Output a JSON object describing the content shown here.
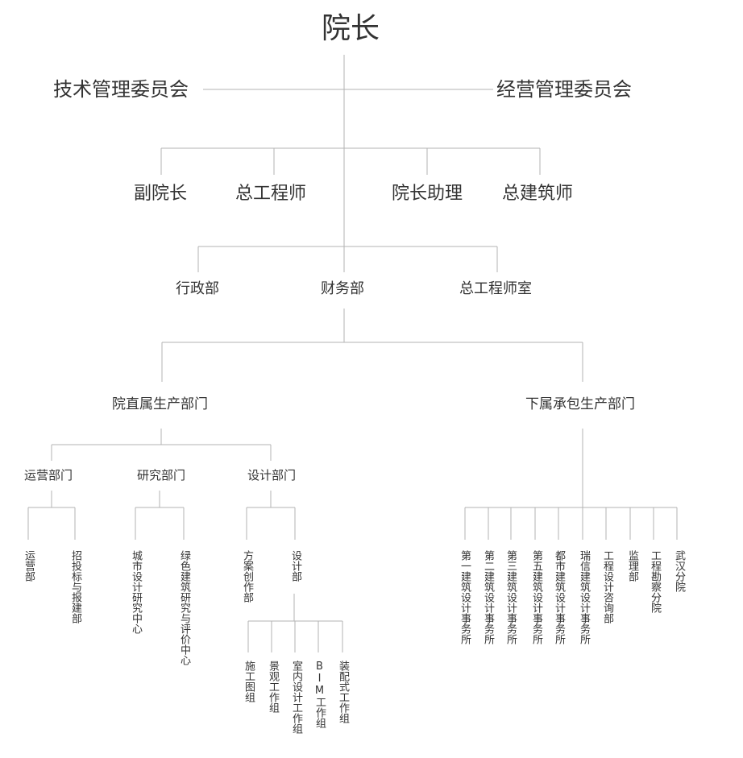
{
  "root": "院长",
  "committees": {
    "left": "技术管理委员会",
    "right": "经营管理委员会"
  },
  "leaders": [
    "副院长",
    "总工程师",
    "院长助理",
    "总建筑师"
  ],
  "offices": [
    "行政部",
    "财务部",
    "总工程师室"
  ],
  "divisions": {
    "direct": "院直属生产部门",
    "sub": "下属承包生产部门"
  },
  "direct_departments": [
    {
      "name": "运营部门",
      "units": [
        "运营部",
        "招投标与报建部"
      ]
    },
    {
      "name": "研究部门",
      "units": [
        "城市设计研究中心",
        "绿色建筑研究与评价中心"
      ]
    },
    {
      "name": "设计部门",
      "units": [
        "方案创作部",
        "设计部"
      ]
    }
  ],
  "design_groups": [
    "施工图组",
    "景观工作组",
    "室内设计工作组",
    "BIM工作组",
    "装配式工作组"
  ],
  "sub_units": [
    "第一建筑设计事务所",
    "第二建筑设计事务所",
    "第三建筑设计事务所",
    "第五建筑设计事务所",
    "都市建筑设计事务所",
    "瑞信建筑设计事务所",
    "工程设计咨询部",
    "监理部",
    "工程勘察分院",
    "武汉分院"
  ],
  "colors": {
    "line": "#b3b3b3",
    "text": "#333333",
    "background": "#ffffff"
  }
}
